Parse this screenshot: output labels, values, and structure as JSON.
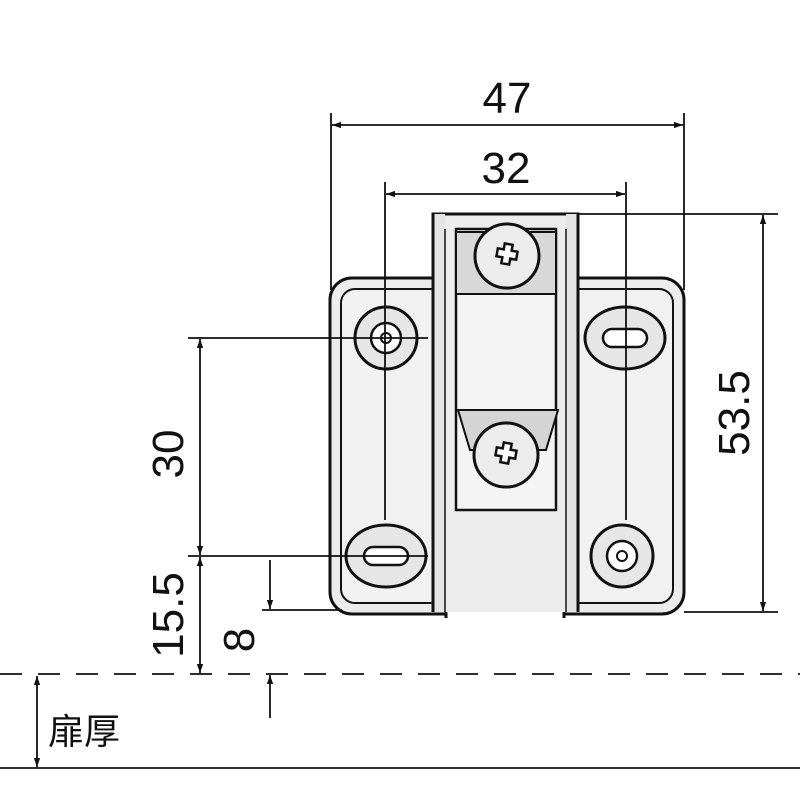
{
  "dimensions": {
    "overall_width": "47",
    "hole_spacing_horizontal": "32",
    "overall_height": "53.5",
    "hole_spacing_vertical": "30",
    "hole_to_door_edge": "15.5",
    "bracket_to_door_edge": "8"
  },
  "labels": {
    "door_thickness": "扉厚"
  },
  "colors": {
    "line": "#111111",
    "plate_fill": "#ececec",
    "inner_fill": "#f6f6f6"
  }
}
